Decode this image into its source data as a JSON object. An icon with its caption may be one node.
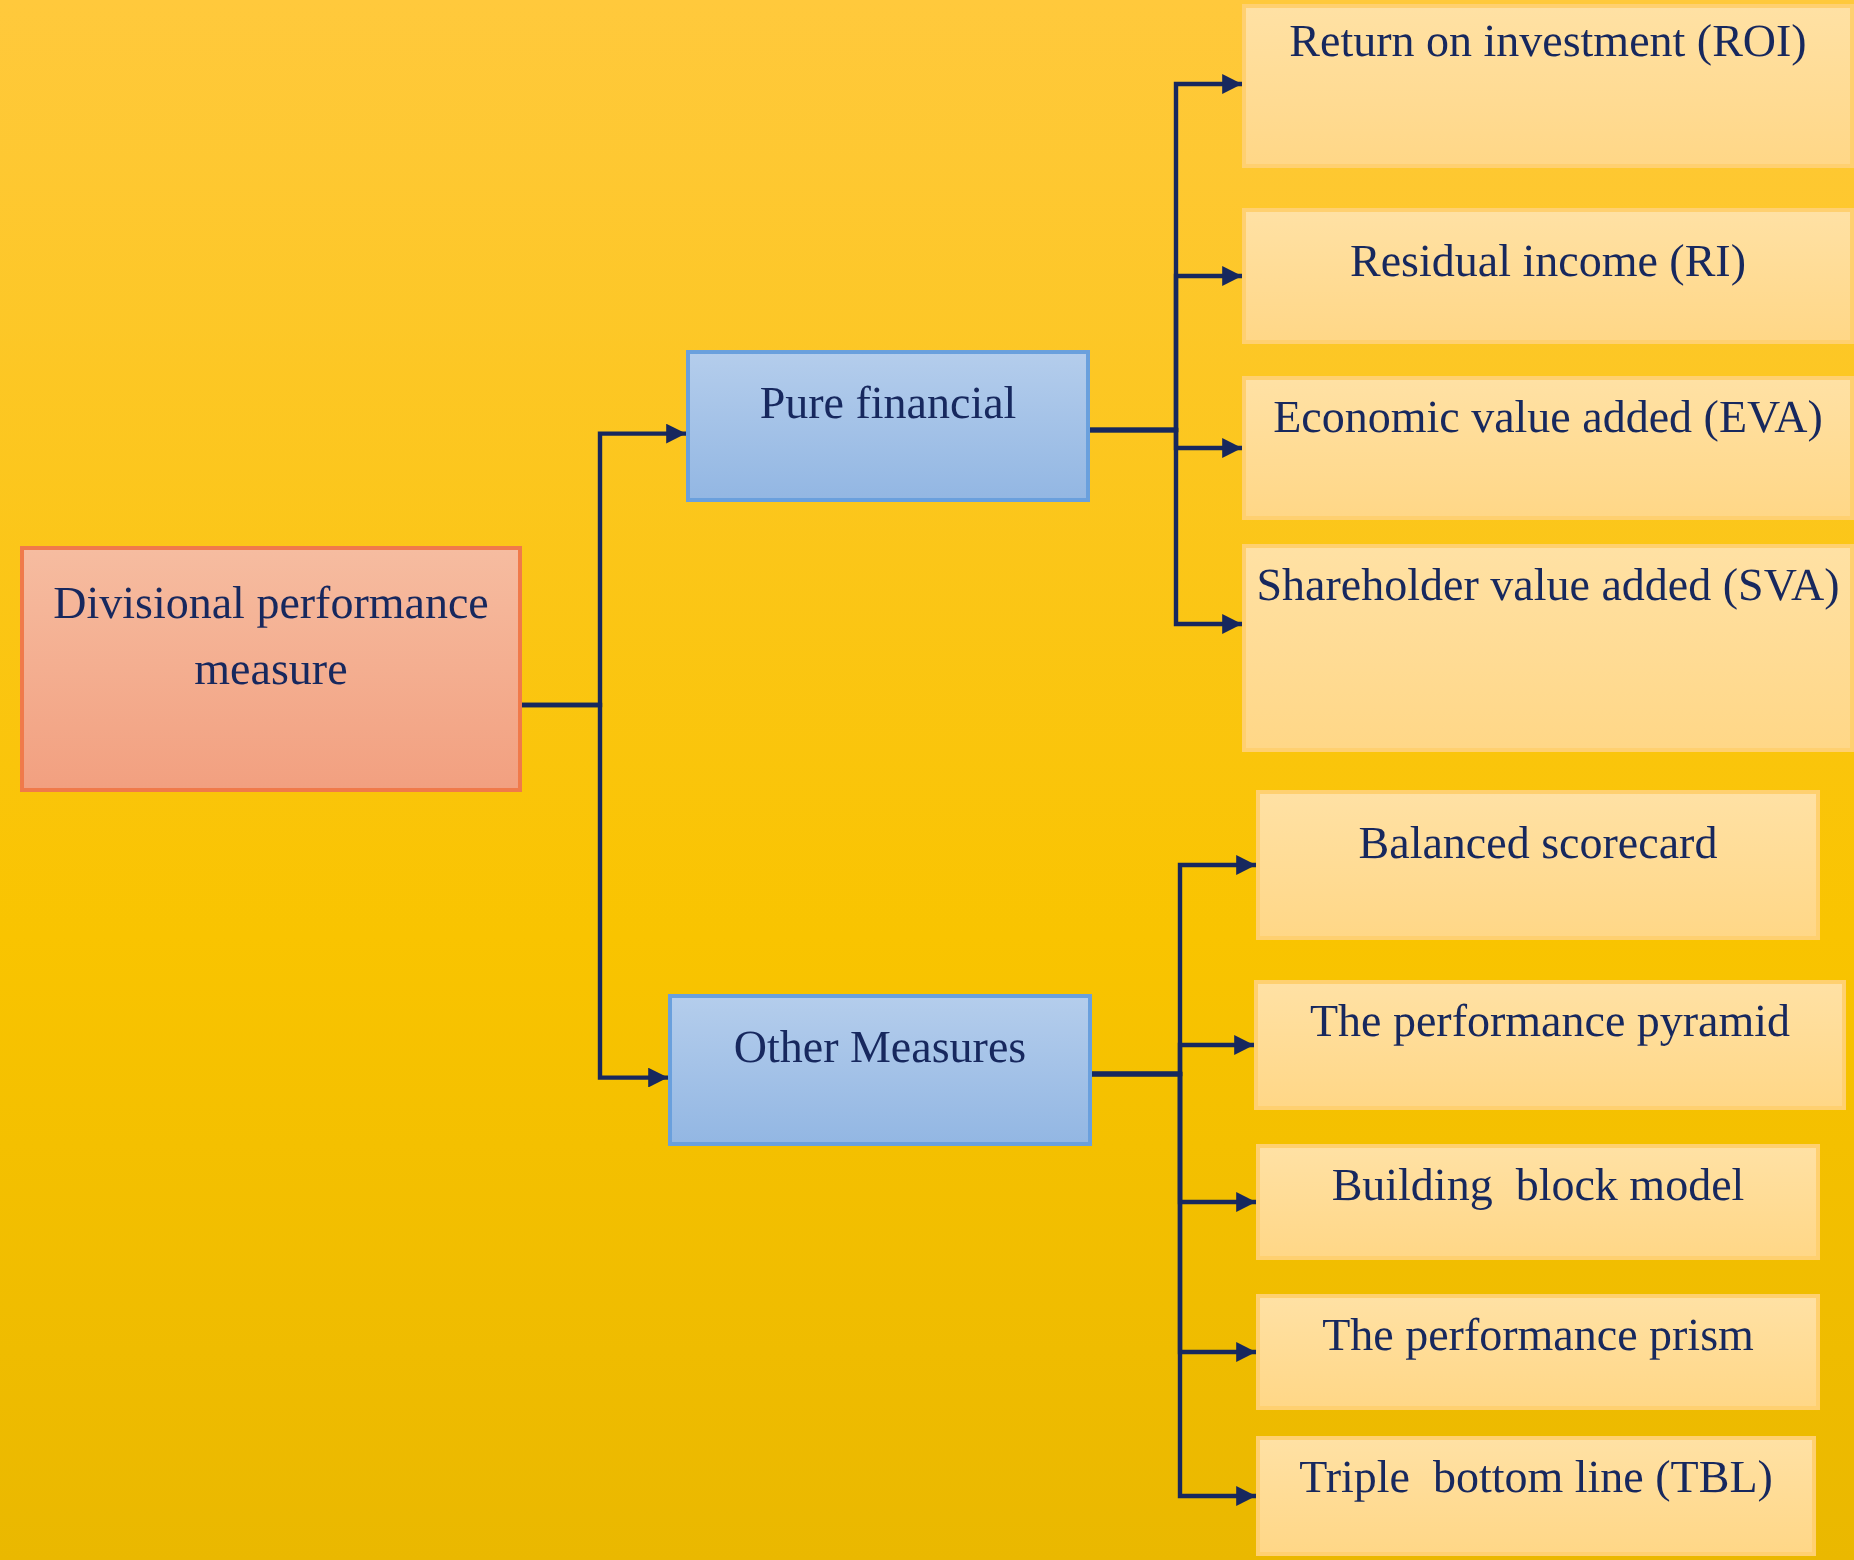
{
  "diagram": {
    "nodes": [
      {
        "text": [
          "Divisional performance measure"
        ]
      },
      {
        "text": [
          "Pure financial"
        ]
      },
      {
        "text": [
          "Other Measures"
        ]
      },
      {
        "text": [
          "Return on investment (ROI)"
        ]
      },
      {
        "text": [
          "Residual income (RI)"
        ]
      },
      {
        "text": [
          "Economic value added (EVA)"
        ]
      },
      {
        "text": [
          "Shareholder value added (SVA)"
        ]
      },
      {
        "text": [
          "Balanced scorecard"
        ]
      },
      {
        "text": [
          "The performance pyramid"
        ]
      },
      {
        "text": [
          "Building  block model"
        ]
      },
      {
        "text": [
          "The performance prism"
        ]
      },
      {
        "text": [
          "Triple  bottom line (TBL)"
        ]
      }
    ],
    "edges": [
      {
        "from": 0,
        "to": 1,
        "arrow": "to"
      },
      {
        "from": 0,
        "to": 2,
        "arrow": "to"
      },
      {
        "from": 1,
        "to": 3,
        "arrow": "to"
      },
      {
        "from": 1,
        "to": 4,
        "arrow": "to"
      },
      {
        "from": 1,
        "to": 5,
        "arrow": "to"
      },
      {
        "from": 1,
        "to": 6,
        "arrow": "to"
      },
      {
        "from": 2,
        "to": 7,
        "arrow": "to"
      },
      {
        "from": 2,
        "to": 8,
        "arrow": "to"
      },
      {
        "from": 2,
        "to": 9,
        "arrow": "to"
      },
      {
        "from": 2,
        "to": 10,
        "arrow": "to"
      },
      {
        "from": 2,
        "to": 11,
        "arrow": "to"
      }
    ]
  }
}
